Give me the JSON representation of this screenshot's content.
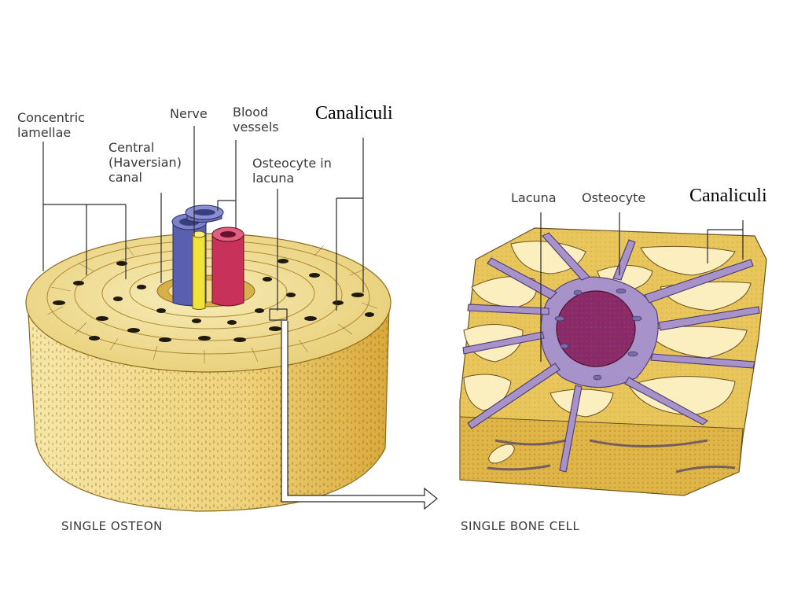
{
  "labels": {
    "concentric_lamellae": "Concentric\nlamellae",
    "central_canal": "Central\n(Haversian)\ncanal",
    "nerve": "Nerve",
    "blood_vessels": "Blood\nvessels",
    "osteocyte_in_lacuna": "Osteocyte in\nlacuna",
    "canaliculi_left": "Canaliculi",
    "lacuna": "Lacuna",
    "osteocyte": "Osteocyte",
    "canaliculi_right": "Canaliculi"
  },
  "captions": {
    "left": "SINGLE OSTEON",
    "right": "SINGLE BONE CELL"
  },
  "colors": {
    "bone_light": "#f6e7a8",
    "bone_mid": "#e9c65c",
    "bone_dark": "#c99a2e",
    "nerve": "#f2e33a",
    "vein": "#5a5fb0",
    "artery": "#c8325a",
    "cell_purple": "#a792c9",
    "nucleus": "#8a2a6a"
  }
}
